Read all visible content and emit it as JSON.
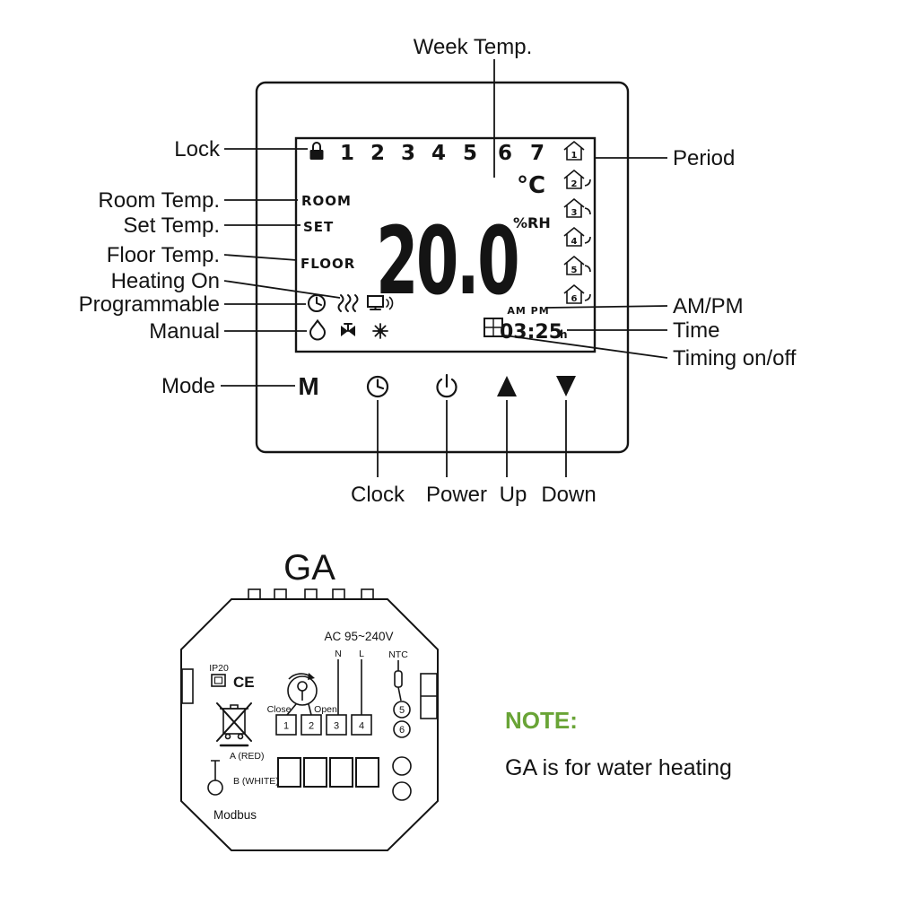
{
  "device_front": {
    "callout_top": {
      "week_temp": "Week Temp."
    },
    "callouts_left": {
      "lock": "Lock",
      "room_temp": "Room Temp.",
      "set_temp": "Set Temp.",
      "floor_temp": "Floor Temp.",
      "heating_on": "Heating On",
      "programmable": "Programmable",
      "manual": "Manual",
      "mode": "Mode"
    },
    "callouts_right": {
      "period": "Period",
      "am_pm": "AM/PM",
      "time": "Time",
      "timing_on_off": "Timing on/off"
    },
    "callouts_bottom": {
      "clock": "Clock",
      "power": "Power",
      "up": "Up",
      "down": "Down"
    },
    "lcd": {
      "week_days": [
        "1",
        "2",
        "3",
        "4",
        "5",
        "6",
        "7"
      ],
      "row_labels": {
        "room": "ROOM",
        "set": "SET",
        "floor": "FLOOR"
      },
      "temperature": "20.0",
      "unit_celsius": "°C",
      "unit_humidity": "%RH",
      "meridiem": "AM PM",
      "time_value": "03:25",
      "time_unit": "h",
      "periods": [
        "1",
        "2",
        "3",
        "4",
        "5",
        "6"
      ]
    },
    "buttons": {
      "mode": "M"
    }
  },
  "device_back": {
    "title": "GA",
    "power_rating": "AC 95~240V",
    "wire_n": "N",
    "wire_l": "L",
    "ip_rating": "IP20",
    "ce_mark": "CE",
    "valve_close": "Close",
    "valve_open": "Open",
    "ntc": "NTC",
    "terminals": [
      "1",
      "2",
      "3",
      "4"
    ],
    "sensor_terminals": [
      "5",
      "6"
    ],
    "wire_a": "A (RED)",
    "wire_b": "B (WHITE)",
    "modbus": "Modbus"
  },
  "note": {
    "title": "NOTE:",
    "body": "GA is for water heating",
    "title_color": "#69a436"
  }
}
